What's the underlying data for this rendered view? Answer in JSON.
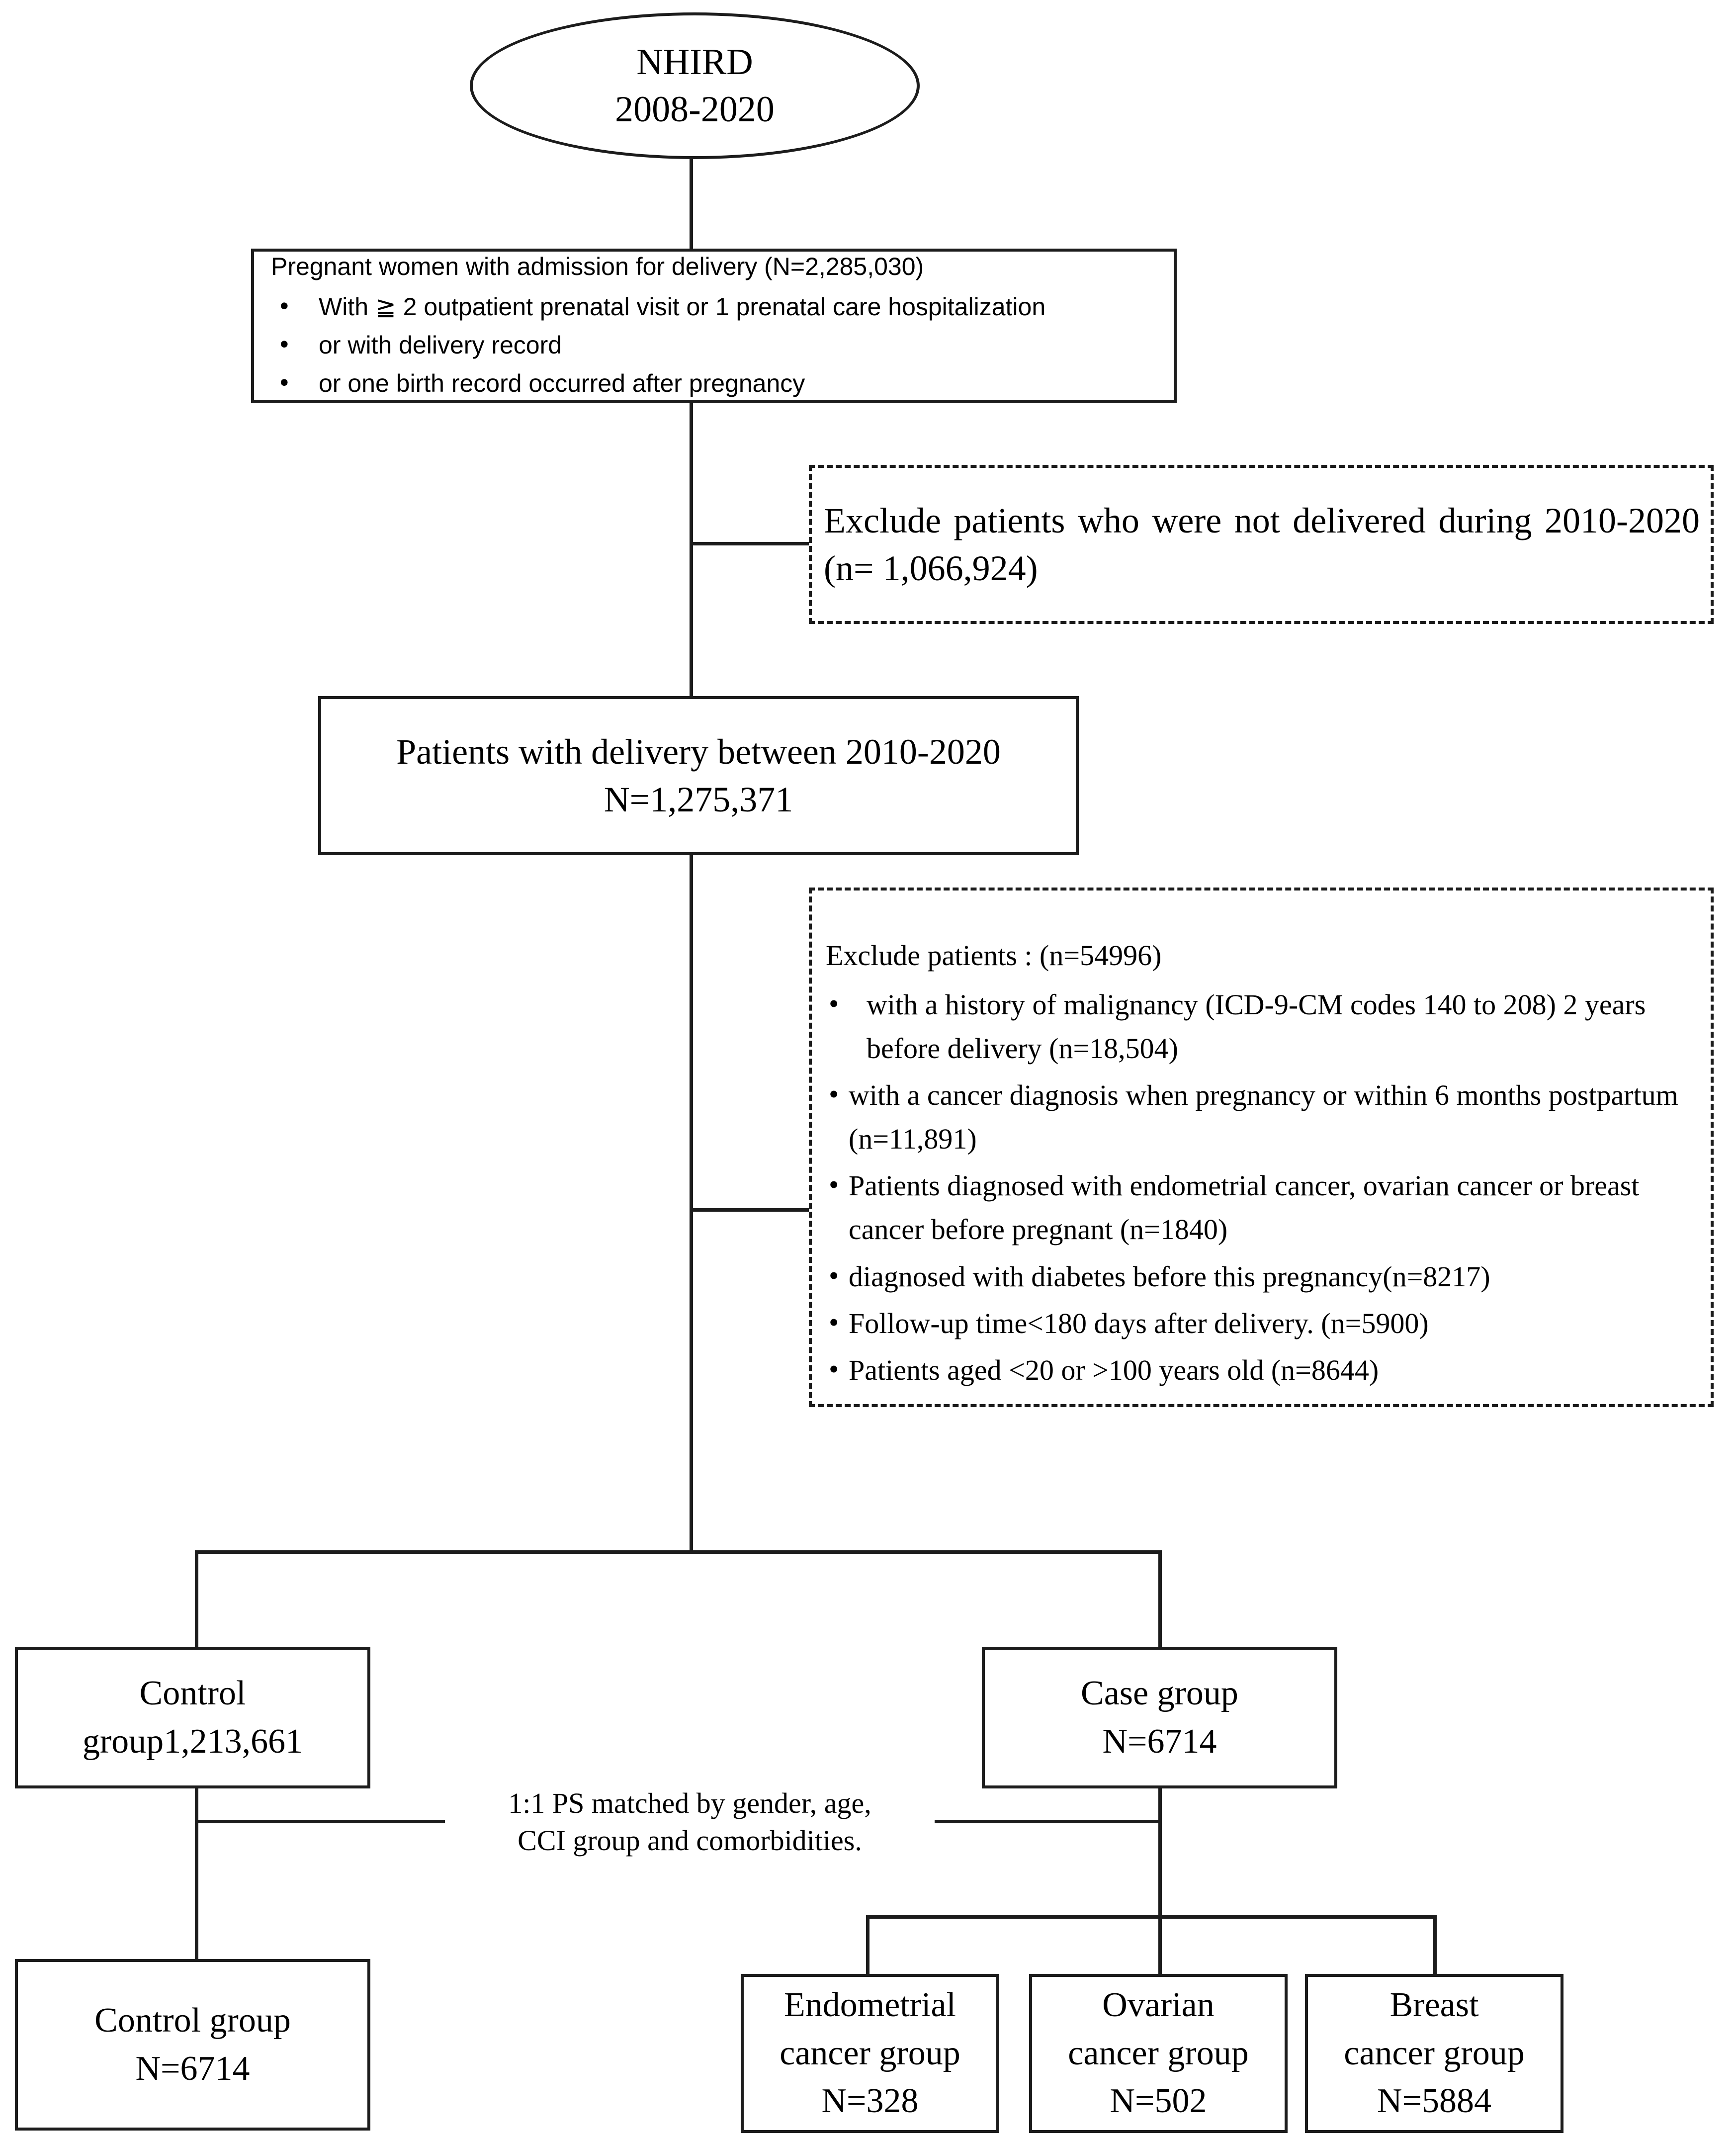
{
  "diagram": {
    "title_node": {
      "line1": "NHIRD",
      "line2": "2008-2020"
    },
    "source_box": {
      "header": "Pregnant women with admission for delivery (N=2,285,030)",
      "bullets": [
        "With ≧ 2 outpatient prenatal visit or 1 prenatal care hospitalization",
        " or with delivery record",
        "or one birth record occurred after pregnancy"
      ]
    },
    "exclusion_1": {
      "text": "Exclude patients who were not delivered during 2010-2020  (n= 1,066,924)"
    },
    "eligible_box": {
      "line1": "Patients with delivery between 2010-2020",
      "line2": "N=1,275,371"
    },
    "exclusion_2": {
      "header": "Exclude patients : (n=54996)",
      "bullets": [
        "with a history of malignancy (ICD-9-CM codes 140 to 208) 2 years before delivery (n=18,504)",
        "with a cancer diagnosis when pregnancy or within 6 months postpartum (n=11,891)",
        "Patients diagnosed with endometrial cancer, ovarian cancer or breast cancer before pregnant (n=1840)",
        "diagnosed with diabetes before this pregnancy(n=8217)",
        "Follow-up time<180 days after delivery. (n=5900)",
        "Patients aged <20 or >100 years old (n=8644)"
      ]
    },
    "control_pool": {
      "line1": "Control",
      "line2": "group1,213,661"
    },
    "case_group": {
      "line1": "Case group",
      "line2": "N=6714"
    },
    "match_note": {
      "line1": "1:1 PS matched by gender, age,",
      "line2": "CCI group and comorbidities."
    },
    "control_matched": {
      "line1": "Control group",
      "line2": "N=6714"
    },
    "outcome_groups": [
      {
        "line1": "Endometrial",
        "line2": "cancer group",
        "line3": "N=328"
      },
      {
        "line1": "Ovarian",
        "line2": "cancer group",
        "line3": "N=502"
      },
      {
        "line1": "Breast",
        "line2": "cancer group",
        "line3": "N=5884"
      }
    ]
  },
  "colors": {
    "stroke": "#1c1c1c",
    "background": "#ffffff",
    "text": "#000000"
  }
}
